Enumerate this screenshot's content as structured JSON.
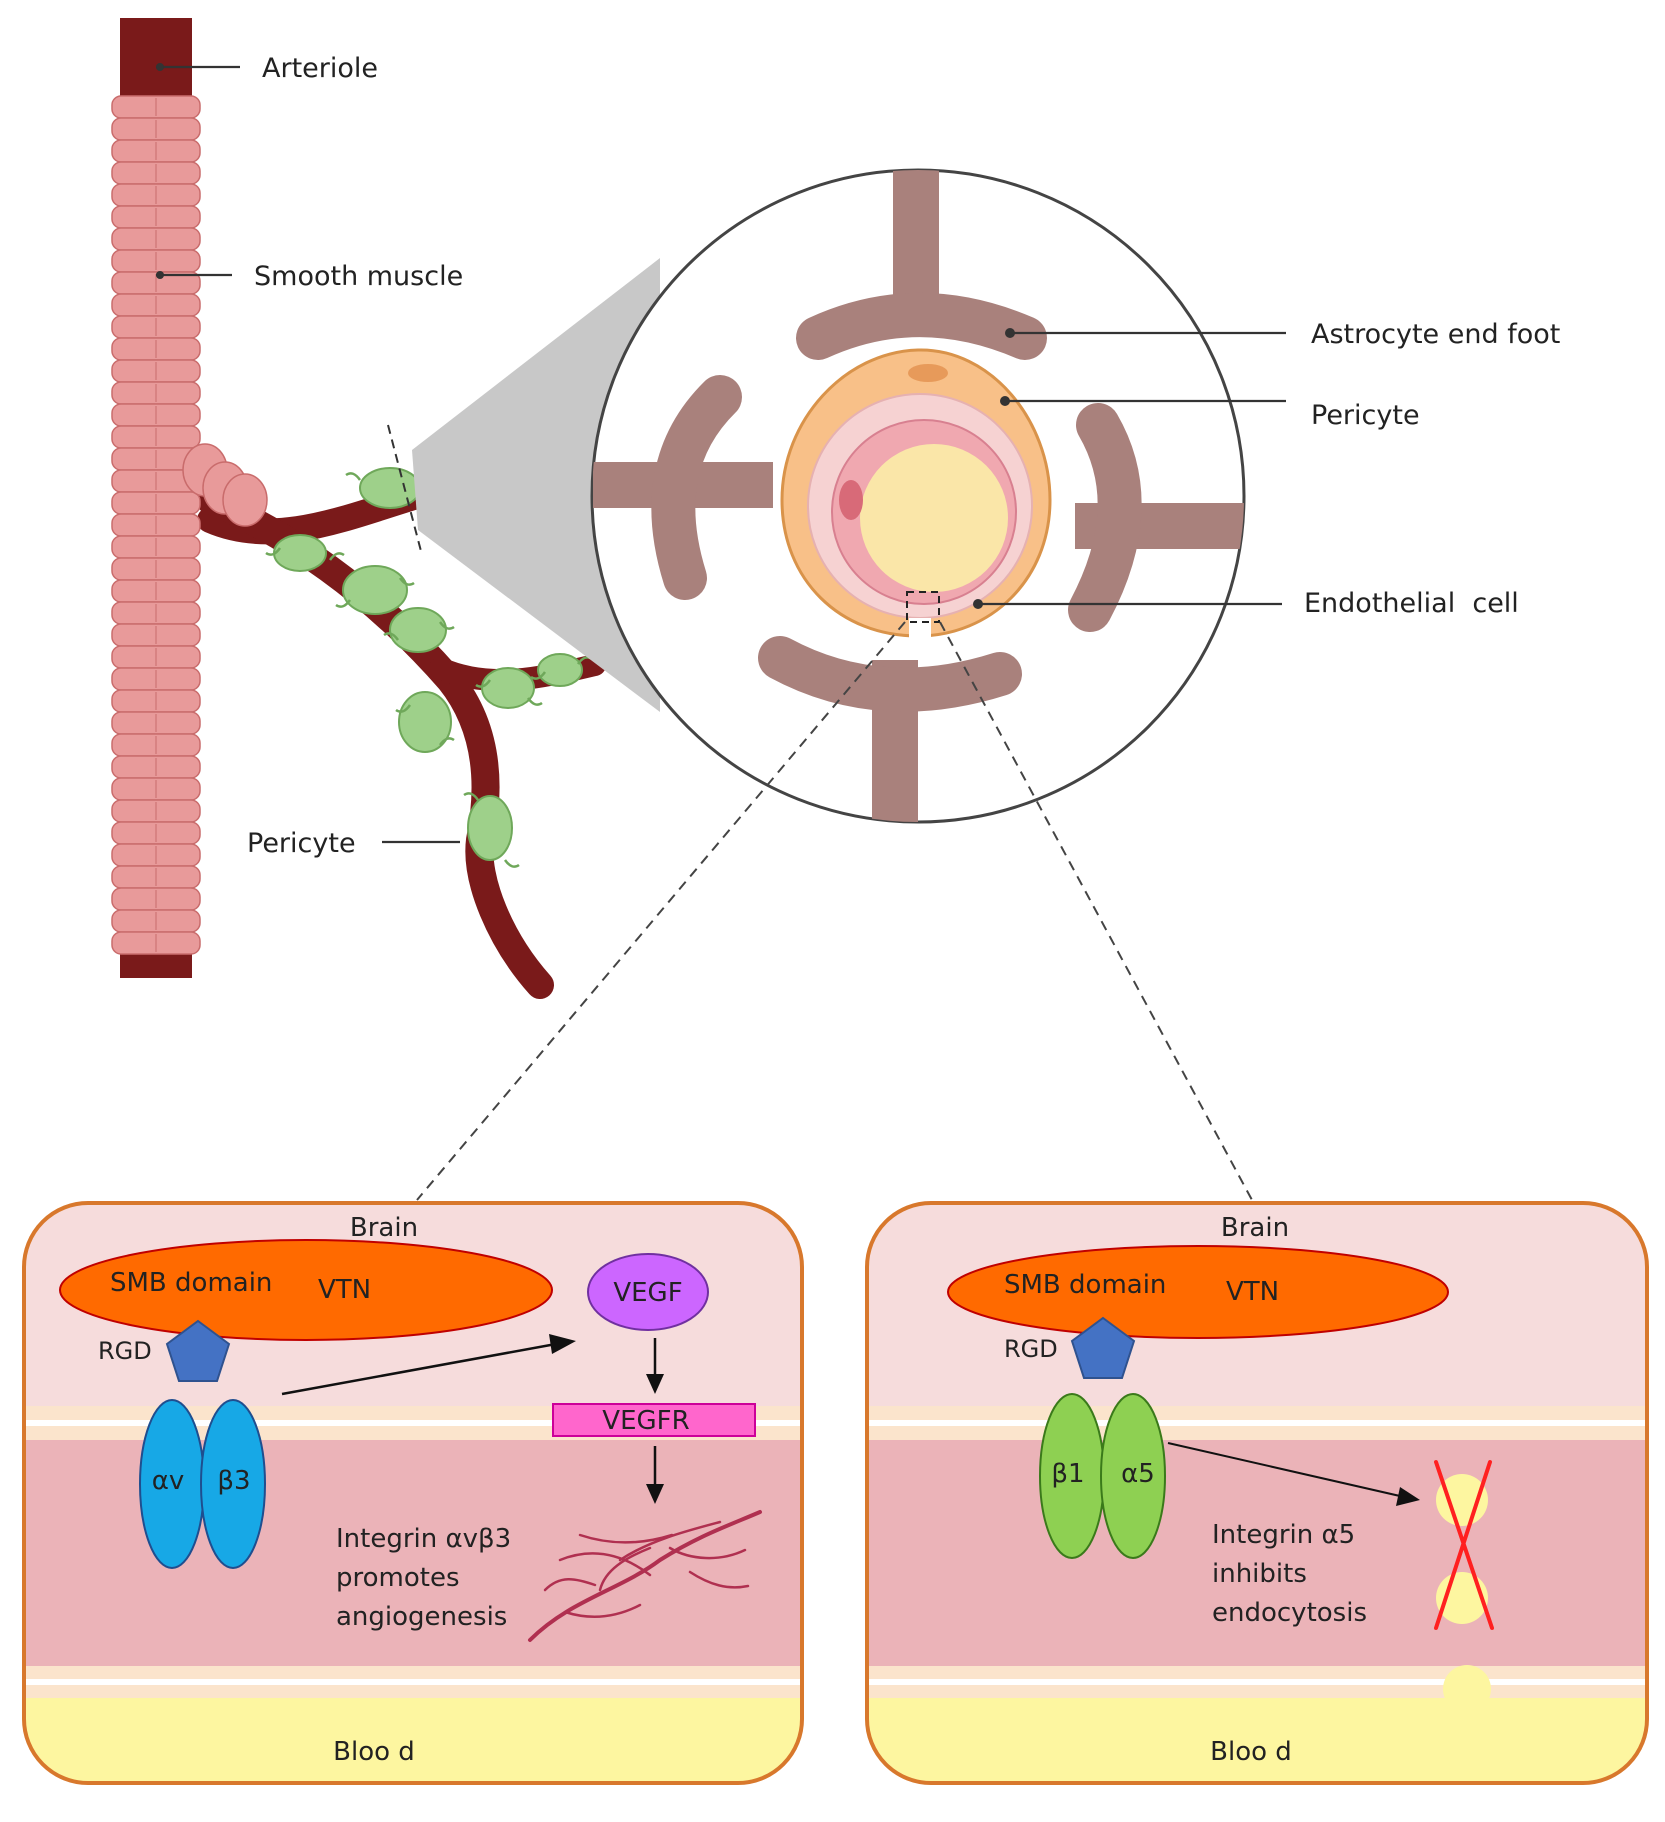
{
  "labels": {
    "arteriole": "Arteriole",
    "smooth_muscle": "Smooth muscle",
    "pericyte_vessel": "Pericyte",
    "astrocyte_end_foot": "Astrocyte end foot",
    "pericyte_circle": "Pericyte",
    "endothelial_cell": "Endothelial  cell"
  },
  "left_panel": {
    "top_label": "Brain",
    "bottom_label": "Bloo d",
    "ellipse_labels": [
      "SMB domain",
      "VTN"
    ],
    "rgd_label": "RGD",
    "integrin_subunits": [
      "αv",
      "β3"
    ],
    "vegf_label": "VEGF",
    "vegfr_label": "VEGFR",
    "caption_lines": [
      "Integrin αvβ3",
      "promotes",
      "angiogenesis"
    ]
  },
  "right_panel": {
    "top_label": "Brain",
    "bottom_label": "Bloo d",
    "ellipse_labels": [
      "SMB domain",
      "VTN"
    ],
    "rgd_label": "RGD",
    "integrin_subunits": [
      "β1",
      "α5"
    ],
    "caption_lines": [
      "Integrin α5",
      "inhibits",
      "endocytosis"
    ]
  },
  "colors": {
    "vessel": "#7a1a1a",
    "smooth_muscle": "#e89a9a",
    "pericyte": "#9ed08a",
    "astrocyte": "#a9817c",
    "panel_border": "#d8782c",
    "panel_brain": "#f6dcdc",
    "panel_cell": "#ebb3b8",
    "panel_blood": "#fdf6a0",
    "vtn": "#ff6a00",
    "integrin_left": "#17a8e6",
    "integrin_right": "#8ed052",
    "rgd": "#4472c4",
    "vegf": "#cc66ff",
    "vegfr": "#ff66cc",
    "cross": "#ff2020"
  }
}
